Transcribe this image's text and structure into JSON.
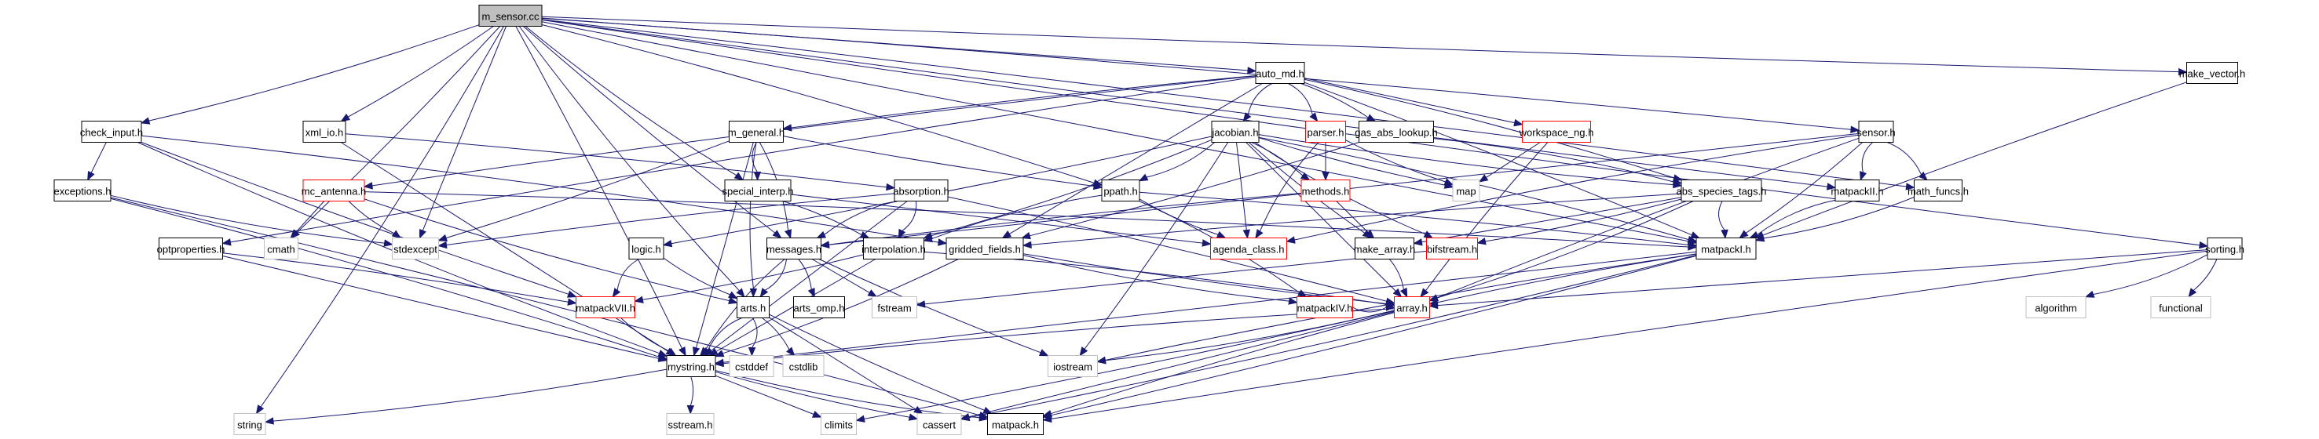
{
  "title": "m_sensor.cc include dependency graph",
  "colors": {
    "edge": "#191970",
    "normal_border": "#000000",
    "incomplete_border": "#ff0000",
    "external_border": "#bfbfbf",
    "root_fill": "#bfbfbf"
  },
  "nodes": [
    {
      "id": "m_sensor.cc",
      "label": "m_sensor.cc",
      "kind": "root"
    },
    {
      "id": "check_input.h",
      "label": "check_input.h",
      "kind": "normal"
    },
    {
      "id": "xml_io.h",
      "label": "xml_io.h",
      "kind": "normal"
    },
    {
      "id": "auto_md.h",
      "label": "auto_md.h",
      "kind": "normal"
    },
    {
      "id": "make_vector.h",
      "label": "make_vector.h",
      "kind": "normal"
    },
    {
      "id": "m_general.h",
      "label": "m_general.h",
      "kind": "normal"
    },
    {
      "id": "jacobian.h",
      "label": "jacobian.h",
      "kind": "normal"
    },
    {
      "id": "parser.h",
      "label": "parser.h",
      "kind": "incomplete"
    },
    {
      "id": "gas_abs_lookup.h",
      "label": "gas_abs_lookup.h",
      "kind": "normal"
    },
    {
      "id": "workspace_ng.h",
      "label": "workspace_ng.h",
      "kind": "incomplete"
    },
    {
      "id": "sensor.h",
      "label": "sensor.h",
      "kind": "normal"
    },
    {
      "id": "sorting.h",
      "label": "sorting.h",
      "kind": "normal"
    },
    {
      "id": "exceptions.h",
      "label": "exceptions.h",
      "kind": "normal"
    },
    {
      "id": "mc_antenna.h",
      "label": "mc_antenna.h",
      "kind": "incomplete"
    },
    {
      "id": "special_interp.h",
      "label": "special_interp.h",
      "kind": "normal"
    },
    {
      "id": "absorption.h",
      "label": "absorption.h",
      "kind": "normal"
    },
    {
      "id": "ppath.h",
      "label": "ppath.h",
      "kind": "normal"
    },
    {
      "id": "methods.h",
      "label": "methods.h",
      "kind": "incomplete"
    },
    {
      "id": "map",
      "label": "map",
      "kind": "external"
    },
    {
      "id": "abs_species_tags.h",
      "label": "abs_species_tags.h",
      "kind": "normal"
    },
    {
      "id": "matpackII.h",
      "label": "matpackII.h",
      "kind": "normal"
    },
    {
      "id": "math_funcs.h",
      "label": "math_funcs.h",
      "kind": "normal"
    },
    {
      "id": "optproperties.h",
      "label": "optproperties.h",
      "kind": "normal"
    },
    {
      "id": "cmath",
      "label": "cmath",
      "kind": "external"
    },
    {
      "id": "stdexcept",
      "label": "stdexcept",
      "kind": "external"
    },
    {
      "id": "logic.h",
      "label": "logic.h",
      "kind": "normal"
    },
    {
      "id": "messages.h",
      "label": "messages.h",
      "kind": "normal"
    },
    {
      "id": "interpolation.h",
      "label": "interpolation.h",
      "kind": "normal"
    },
    {
      "id": "gridded_fields.h",
      "label": "gridded_fields.h",
      "kind": "normal"
    },
    {
      "id": "agenda_class.h",
      "label": "agenda_class.h",
      "kind": "incomplete"
    },
    {
      "id": "make_array.h",
      "label": "make_array.h",
      "kind": "normal"
    },
    {
      "id": "bifstream.h",
      "label": "bifstream.h",
      "kind": "incomplete"
    },
    {
      "id": "matpackI.h",
      "label": "matpackI.h",
      "kind": "normal"
    },
    {
      "id": "matpackVII.h",
      "label": "matpackVII.h",
      "kind": "incomplete"
    },
    {
      "id": "arts.h",
      "label": "arts.h",
      "kind": "normal"
    },
    {
      "id": "arts_omp.h",
      "label": "arts_omp.h",
      "kind": "normal"
    },
    {
      "id": "fstream",
      "label": "fstream",
      "kind": "external"
    },
    {
      "id": "matpackIV.h",
      "label": "matpackIV.h",
      "kind": "incomplete"
    },
    {
      "id": "array.h",
      "label": "array.h",
      "kind": "incomplete"
    },
    {
      "id": "algorithm",
      "label": "algorithm",
      "kind": "external"
    },
    {
      "id": "functional",
      "label": "functional",
      "kind": "external"
    },
    {
      "id": "mystring.h",
      "label": "mystring.h",
      "kind": "normal"
    },
    {
      "id": "cstddef",
      "label": "cstddef",
      "kind": "external"
    },
    {
      "id": "cstdlib",
      "label": "cstdlib",
      "kind": "external"
    },
    {
      "id": "iostream",
      "label": "iostream",
      "kind": "external"
    },
    {
      "id": "string",
      "label": "string",
      "kind": "external"
    },
    {
      "id": "sstream.h",
      "label": "sstream.h",
      "kind": "external"
    },
    {
      "id": "climits",
      "label": "climits",
      "kind": "external"
    },
    {
      "id": "cassert",
      "label": "cassert",
      "kind": "external"
    },
    {
      "id": "matpack.h",
      "label": "matpack.h",
      "kind": "normal"
    }
  ],
  "edges": [
    [
      "m_sensor.cc",
      "check_input.h"
    ],
    [
      "m_sensor.cc",
      "xml_io.h"
    ],
    [
      "m_sensor.cc",
      "auto_md.h"
    ],
    [
      "m_sensor.cc",
      "make_vector.h"
    ],
    [
      "m_sensor.cc",
      "sorting.h"
    ],
    [
      "m_sensor.cc",
      "string"
    ],
    [
      "m_sensor.cc",
      "cmath"
    ],
    [
      "m_sensor.cc",
      "stdexcept"
    ],
    [
      "m_sensor.cc",
      "messages.h"
    ],
    [
      "m_sensor.cc",
      "arts.h"
    ],
    [
      "m_sensor.cc",
      "sensor.h"
    ],
    [
      "m_sensor.cc",
      "math_funcs.h"
    ],
    [
      "m_sensor.cc",
      "matpackI.h"
    ],
    [
      "m_sensor.cc",
      "matpackII.h"
    ],
    [
      "m_sensor.cc",
      "special_interp.h"
    ],
    [
      "m_sensor.cc",
      "ppath.h"
    ],
    [
      "m_sensor.cc",
      "mystring.h"
    ],
    [
      "check_input.h",
      "exceptions.h"
    ],
    [
      "check_input.h",
      "matpackVII.h"
    ],
    [
      "check_input.h",
      "mystring.h"
    ],
    [
      "check_input.h",
      "gridded_fields.h"
    ],
    [
      "xml_io.h",
      "absorption.h"
    ],
    [
      "xml_io.h",
      "mystring.h"
    ],
    [
      "auto_md.h",
      "m_general.h"
    ],
    [
      "auto_md.h",
      "jacobian.h"
    ],
    [
      "auto_md.h",
      "parser.h"
    ],
    [
      "auto_md.h",
      "gas_abs_lookup.h"
    ],
    [
      "auto_md.h",
      "workspace_ng.h"
    ],
    [
      "auto_md.h",
      "optproperties.h"
    ],
    [
      "auto_md.h",
      "mc_antenna.h"
    ],
    [
      "auto_md.h",
      "abs_species_tags.h"
    ],
    [
      "auto_md.h",
      "matpackI.h"
    ],
    [
      "auto_md.h",
      "gridded_fields.h"
    ],
    [
      "make_vector.h",
      "matpackI.h"
    ],
    [
      "m_general.h",
      "special_interp.h"
    ],
    [
      "m_general.h",
      "messages.h"
    ],
    [
      "m_general.h",
      "stdexcept"
    ],
    [
      "m_general.h",
      "mystring.h"
    ],
    [
      "m_general.h",
      "ppath.h"
    ],
    [
      "m_general.h",
      "arts.h"
    ],
    [
      "jacobian.h",
      "ppath.h"
    ],
    [
      "jacobian.h",
      "methods.h"
    ],
    [
      "jacobian.h",
      "agenda_class.h"
    ],
    [
      "jacobian.h",
      "make_array.h"
    ],
    [
      "jacobian.h",
      "bifstream.h"
    ],
    [
      "jacobian.h",
      "interpolation.h"
    ],
    [
      "jacobian.h",
      "logic.h"
    ],
    [
      "jacobian.h",
      "array.h"
    ],
    [
      "jacobian.h",
      "map"
    ],
    [
      "jacobian.h",
      "abs_species_tags.h"
    ],
    [
      "jacobian.h",
      "matpackI.h"
    ],
    [
      "jacobian.h",
      "iostream"
    ],
    [
      "parser.h",
      "methods.h"
    ],
    [
      "parser.h",
      "map"
    ],
    [
      "parser.h",
      "agenda_class.h"
    ],
    [
      "gas_abs_lookup.h",
      "abs_species_tags.h"
    ],
    [
      "gas_abs_lookup.h",
      "gridded_fields.h"
    ],
    [
      "workspace_ng.h",
      "map"
    ],
    [
      "workspace_ng.h",
      "array.h"
    ],
    [
      "sensor.h",
      "matpackII.h"
    ],
    [
      "sensor.h",
      "math_funcs.h"
    ],
    [
      "sensor.h",
      "matpackI.h"
    ],
    [
      "sensor.h",
      "messages.h"
    ],
    [
      "sensor.h",
      "array.h"
    ],
    [
      "sensor.h",
      "agenda_class.h"
    ],
    [
      "sorting.h",
      "algorithm"
    ],
    [
      "sorting.h",
      "functional"
    ],
    [
      "sorting.h",
      "array.h"
    ],
    [
      "sorting.h",
      "matpack.h"
    ],
    [
      "exceptions.h",
      "stdexcept"
    ],
    [
      "exceptions.h",
      "mystring.h"
    ],
    [
      "exceptions.h",
      "matpack.h"
    ],
    [
      "mc_antenna.h",
      "cmath"
    ],
    [
      "mc_antenna.h",
      "stdexcept"
    ],
    [
      "mc_antenna.h",
      "arts.h"
    ],
    [
      "mc_antenna.h",
      "matpackI.h"
    ],
    [
      "special_interp.h",
      "interpolation.h"
    ],
    [
      "special_interp.h",
      "agenda_class.h"
    ],
    [
      "absorption.h",
      "stdexcept"
    ],
    [
      "absorption.h",
      "messages.h"
    ],
    [
      "absorption.h",
      "interpolation.h"
    ],
    [
      "absorption.h",
      "array.h"
    ],
    [
      "absorption.h",
      "mystring.h"
    ],
    [
      "ppath.h",
      "agenda_class.h"
    ],
    [
      "ppath.h",
      "interpolation.h"
    ],
    [
      "ppath.h",
      "matpackIV.h"
    ],
    [
      "ppath.h",
      "matpackI.h"
    ],
    [
      "methods.h",
      "make_array.h"
    ],
    [
      "methods.h",
      "messages.h"
    ],
    [
      "abs_species_tags.h",
      "matpackI.h"
    ],
    [
      "abs_species_tags.h",
      "array.h"
    ],
    [
      "abs_species_tags.h",
      "bifstream.h"
    ],
    [
      "abs_species_tags.h",
      "make_array.h"
    ],
    [
      "abs_species_tags.h",
      "gridded_fields.h"
    ],
    [
      "matpackII.h",
      "matpackI.h"
    ],
    [
      "math_funcs.h",
      "matpackI.h"
    ],
    [
      "optproperties.h",
      "matpackVII.h"
    ],
    [
      "optproperties.h",
      "mystring.h"
    ],
    [
      "logic.h",
      "arts.h"
    ],
    [
      "logic.h",
      "matpackVII.h"
    ],
    [
      "messages.h",
      "arts.h"
    ],
    [
      "messages.h",
      "arts_omp.h"
    ],
    [
      "messages.h",
      "fstream"
    ],
    [
      "messages.h",
      "iostream"
    ],
    [
      "messages.h",
      "mystring.h"
    ],
    [
      "interpolation.h",
      "array.h"
    ],
    [
      "interpolation.h",
      "matpackVII.h"
    ],
    [
      "interpolation.h",
      "mystring.h"
    ],
    [
      "gridded_fields.h",
      "array.h"
    ],
    [
      "gridded_fields.h",
      "matpackIV.h"
    ],
    [
      "gridded_fields.h",
      "mystring.h"
    ],
    [
      "make_array.h",
      "array.h"
    ],
    [
      "bifstream.h",
      "fstream"
    ],
    [
      "matpackI.h",
      "array.h"
    ],
    [
      "matpackI.h",
      "iostream"
    ],
    [
      "matpackI.h",
      "cassert"
    ],
    [
      "matpackI.h",
      "matpack.h"
    ],
    [
      "matpackI.h",
      "mystring.h"
    ],
    [
      "matpackVII.h",
      "mystring.h"
    ],
    [
      "arts.h",
      "mystring.h"
    ],
    [
      "arts.h",
      "cstddef"
    ],
    [
      "arts.h",
      "cstdlib"
    ],
    [
      "arts.h",
      "cassert"
    ],
    [
      "arts.h",
      "matpack.h"
    ],
    [
      "matpackIV.h",
      "array.h"
    ],
    [
      "array.h",
      "iostream"
    ],
    [
      "array.h",
      "climits"
    ],
    [
      "array.h",
      "cassert"
    ],
    [
      "array.h",
      "matpack.h"
    ],
    [
      "array.h",
      "mystring.h"
    ],
    [
      "mystring.h",
      "string"
    ],
    [
      "mystring.h",
      "sstream.h"
    ],
    [
      "mystring.h",
      "climits"
    ],
    [
      "mystring.h",
      "cassert"
    ],
    [
      "mystring.h",
      "matpack.h"
    ]
  ]
}
